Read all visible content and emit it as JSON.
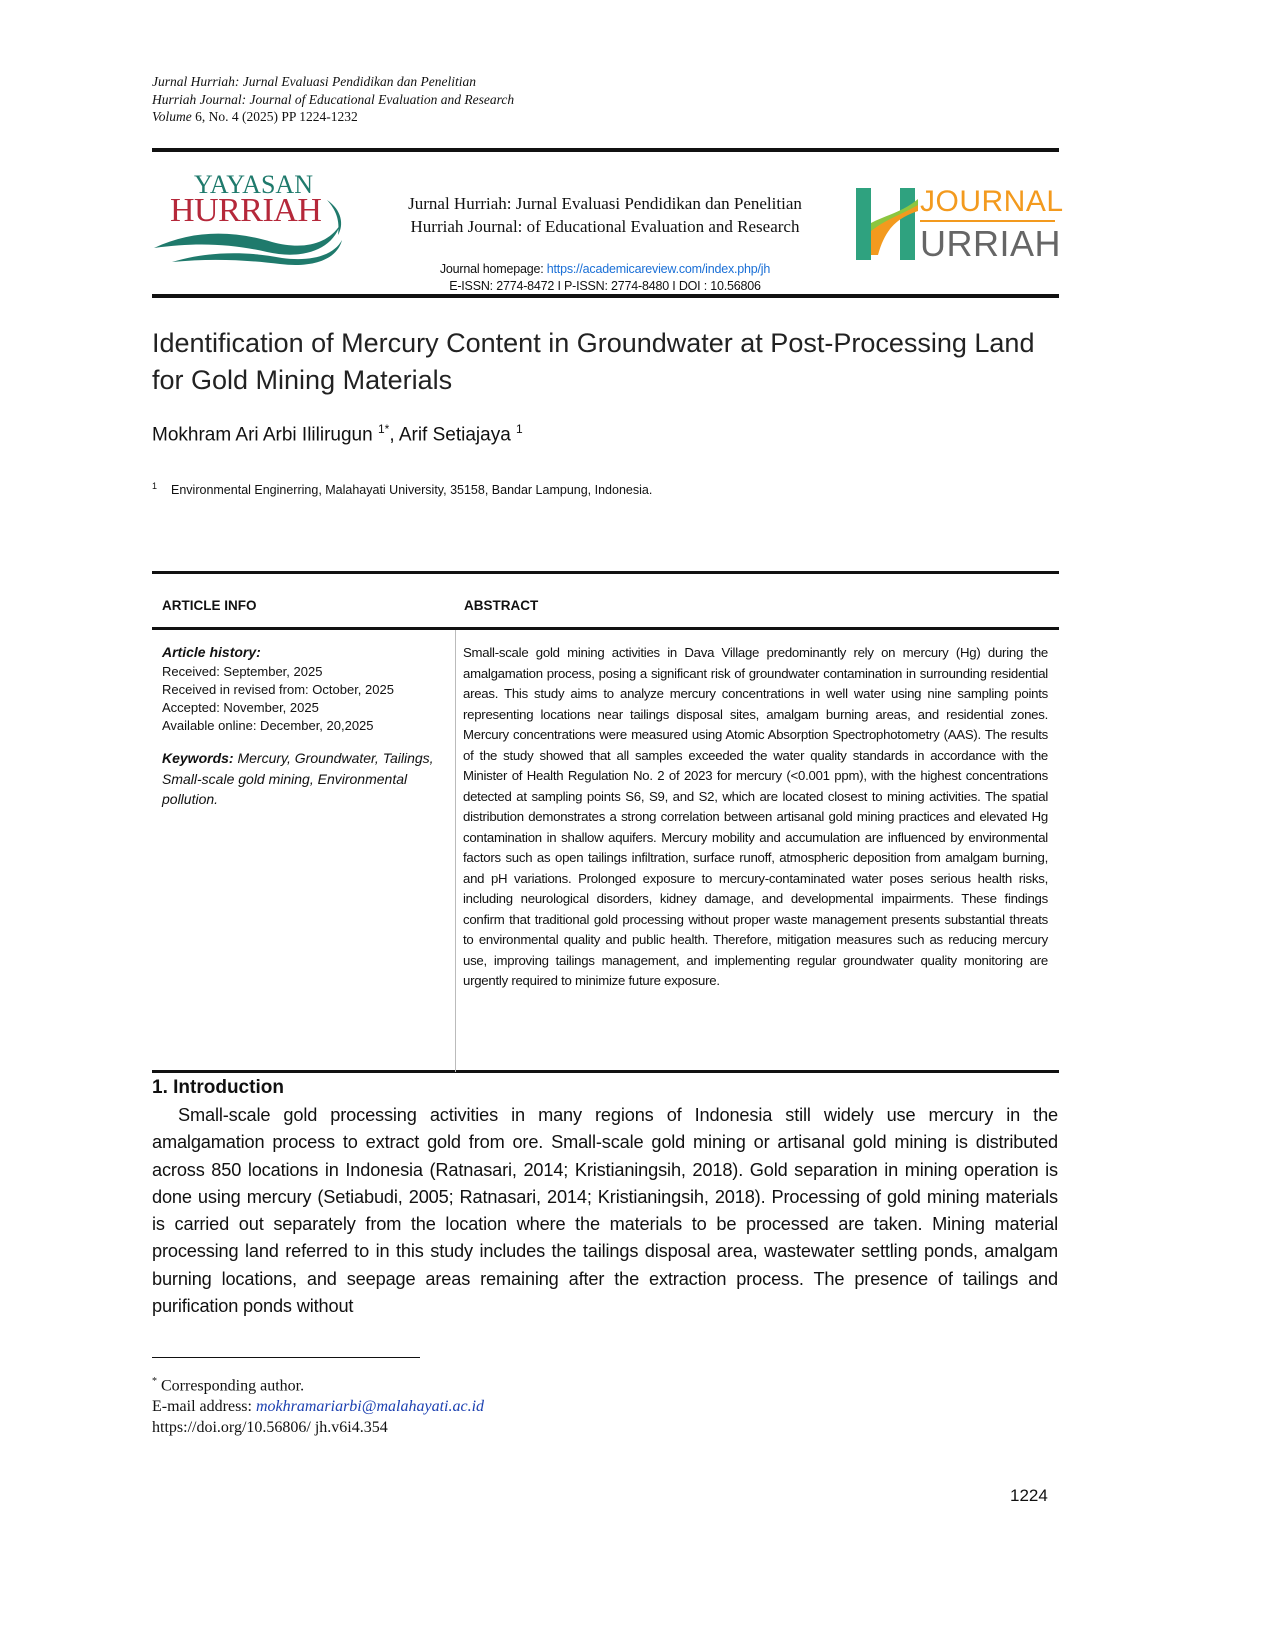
{
  "running_header": {
    "line1": "Jurnal Hurriah: Jurnal Evaluasi Pendidikan dan Penelitian",
    "line2": "Hurriah Journal: Journal of Educational Evaluation and Research",
    "volume_label": "Volume",
    "volume_rest": " 6, No. 4 (2025) PP 1224-1232"
  },
  "masthead": {
    "left_logo_text_top": "YAYASAN",
    "left_logo_text_bottom": "HURRIAH",
    "center_line1": "Jurnal Hurriah: Jurnal Evaluasi Pendidikan dan Penelitian",
    "center_line2": "Hurriah Journal: of Educational Evaluation and Research",
    "homepage_label": "Journal homepage: ",
    "homepage_url": "https://academicareview.com/index.php/jh",
    "issn_line": "E-ISSN: 2774-8472 I P-ISSN: 2774-8480 I DOI : 10.56806",
    "right_logo_text_top": "JOURNAL",
    "right_logo_text_bottom": "URRIAH",
    "colors": {
      "maroon": "#b5283a",
      "teal": "#1f7a6c",
      "orange": "#f39a1e",
      "green": "#2fa27f"
    }
  },
  "article": {
    "title": "Identification of Mercury Content in Groundwater at Post-Processing Land for Gold Mining Materials",
    "author1": "Mokhram Ari Arbi Ililirugun ",
    "author1_sup": "1*",
    "author2": ", Arif Setiajaya ",
    "author2_sup": "1",
    "affil_sup": "1",
    "affiliation": "Environmental Enginerring, Malahayati University, 35158, Bandar Lampung, Indonesia."
  },
  "article_info": {
    "heading": "ARTICLE INFO",
    "history_label": "Article history:",
    "received": "Received: September, 2025",
    "revised": "Received in revised from: October, 2025",
    "accepted": "Accepted: November, 2025",
    "online": "Available online: December, 20,2025",
    "keywords_label": "Keywords:",
    "keywords": " Mercury, Groundwater, Tailings, Small-scale gold mining, Environmental pollution."
  },
  "abstract": {
    "heading": "ABSTRACT",
    "text": "Small-scale gold mining activities in Dava Village predominantly rely on mercury (Hg) during the amalgamation process, posing a significant risk of groundwater contamination in surrounding residential areas. This study aims to analyze mercury concentrations in well water using nine sampling points representing locations near tailings disposal sites, amalgam burning areas, and residential zones. Mercury concentrations were measured using Atomic Absorption Spectrophotometry (AAS). The results of the study showed that all samples exceeded the water quality standards in accordance with the Minister of Health Regulation No. 2 of 2023 for mercury (<0.001 ppm), with the highest concentrations detected at sampling points S6, S9, and S2, which are located closest to mining activities. The spatial distribution demonstrates a strong correlation between artisanal gold mining practices and elevated Hg contamination in shallow aquifers. Mercury mobility and accumulation are influenced by environmental factors such as open tailings infiltration, surface runoff, atmospheric deposition from amalgam burning, and pH variations. Prolonged exposure to mercury-contaminated water poses serious health risks, including neurological disorders, kidney damage, and developmental impairments. These findings confirm that traditional gold processing without proper waste management presents substantial threats to environmental quality and public health. Therefore, mitigation measures such as reducing mercury use, improving tailings management, and implementing regular groundwater quality monitoring are urgently required to minimize future exposure."
  },
  "introduction": {
    "heading": "1. Introduction",
    "text": "Small-scale gold processing activities in many regions of Indonesia still widely use mercury in the amalgamation process to extract gold from ore. Small-scale gold mining or artisanal gold mining is distributed across 850 locations in Indonesia (Ratnasari, 2014; Kristianingsih, 2018). Gold separation in mining operation is done using mercury (Setiabudi, 2005; Ratnasari, 2014; Kristianingsih, 2018). Processing of gold mining materials is carried out separately from the location where the materials to be processed are taken. Mining material processing land referred to in this study includes the tailings disposal area, wastewater settling ponds, amalgam burning locations, and seepage areas remaining after the extraction process. The presence of tailings and purification ponds without"
  },
  "footnote": {
    "sup": "*",
    "corresponding": " Corresponding author.",
    "email_label": "E-mail address: ",
    "email": "mokhramariarbi@malahayati.ac.id",
    "doi": "https://doi.org/10.56806/ jh.v6i4.354"
  },
  "page_number": "1224"
}
